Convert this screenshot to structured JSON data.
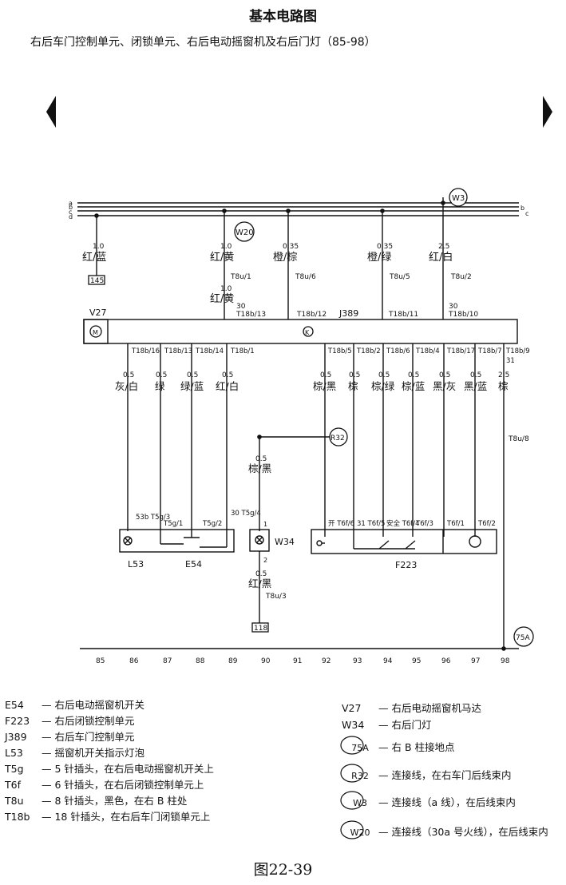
{
  "title": "基本电路图",
  "subtitle": "右后车门控制单元、闭锁单元、右后电动摇窗机及右后门灯（85-98）",
  "figure_caption": "图22-39",
  "bus": {
    "lines_left": [
      "a",
      "b",
      "c",
      "d"
    ],
    "lines_right": [
      "b",
      "c"
    ],
    "connectors": {
      "w3": "W3",
      "w20": "W20",
      "r32": "R32",
      "g75": "75A",
      "p145": "145",
      "p118": "118"
    }
  },
  "top_wires": [
    {
      "size": "1.0",
      "color": "红/蓝"
    },
    {
      "size": "1.0",
      "color": "红/黄",
      "pin": "T8u/1",
      "size2": "1.0",
      "color2": "红/黄",
      "term": "30",
      "module_pin": "T18b/13"
    },
    {
      "size": "0.35",
      "color": "橙/棕",
      "pin": "T8u/6",
      "module_pin": "T18b/12"
    },
    {
      "size": "0.35",
      "color": "橙/绿",
      "pin": "T8u/5",
      "module_pin": "T18b/11"
    },
    {
      "size": "2.5",
      "color": "红/白",
      "pin": "T8u/2",
      "term": "30",
      "module_pin": "T18b/10"
    }
  ],
  "module": {
    "v27": "V27",
    "j389": "J389",
    "k": "K",
    "m": "M"
  },
  "bottom_wires": [
    {
      "pin": "T18b/16",
      "size": "0.5",
      "color": "灰/白"
    },
    {
      "pin": "T18b/13",
      "size": "0.5",
      "color": "绿"
    },
    {
      "pin": "T18b/14",
      "size": "0.5",
      "color": "绿/蓝"
    },
    {
      "pin": "T18b/1",
      "size": "0.5",
      "color": "红/白"
    },
    {
      "pin": "T18b/5",
      "size": "0.5",
      "color": "棕/黑"
    },
    {
      "pin": "T18b/2",
      "size": "0.5",
      "color": "棕"
    },
    {
      "pin": "T18b/6",
      "size": "0.5",
      "color": "棕/绿"
    },
    {
      "pin": "T18b/4",
      "size": "0.5",
      "color": "棕/蓝"
    },
    {
      "pin": "T18b/17",
      "size": "0.5",
      "color": "黑/灰"
    },
    {
      "pin": "T18b/7",
      "size": "0.5",
      "color": "黑/蓝"
    },
    {
      "pin": "T18b/9",
      "term": "31",
      "size": "2.5",
      "color": "棕",
      "pin2": "T8u/8"
    }
  ],
  "w34_wires": {
    "size1": "0.5",
    "color1": "棕/黑",
    "p1": "1",
    "p2": "2",
    "size2": "0.5",
    "color2": "红/黑",
    "pin": "T8u/3"
  },
  "switch_block": {
    "pins": [
      "53b T5g/3",
      "T5g/1",
      "T5g/2",
      "30 T5g/4"
    ],
    "l53": "L53",
    "e54": "E54"
  },
  "lock_block": {
    "pins": [
      "开 T6f/6",
      "31 T6f/5",
      "安全 T6f/4",
      "T6f/3",
      "T6f/1",
      "T6f/2"
    ],
    "f223": "F223"
  },
  "grid": [
    "85",
    "86",
    "87",
    "88",
    "89",
    "90",
    "91",
    "92",
    "93",
    "94",
    "95",
    "96",
    "97",
    "98"
  ],
  "legend_left": [
    {
      "code": "E54",
      "text": "— 右后电动摇窗机开关"
    },
    {
      "code": "F223",
      "text": "— 右后闭锁控制单元"
    },
    {
      "code": "J389",
      "text": "— 右后车门控制单元"
    },
    {
      "code": "L53",
      "text": "— 摇窗机开关指示灯泡"
    },
    {
      "code": "T5g",
      "text": "— 5 针插头，在右后电动摇窗机开关上"
    },
    {
      "code": "T6f",
      "text": "— 6 针插头，在右后闭锁控制单元上"
    },
    {
      "code": "T8u",
      "text": "— 8 针插头，黑色，在右 B 柱处"
    },
    {
      "code": "T18b",
      "text": "— 18 针插头，在右后车门闭锁单元上"
    }
  ],
  "legend_right": [
    {
      "code": "V27",
      "text": "— 右后电动摇窗机马达"
    },
    {
      "code": "W34",
      "text": "— 右后门灯"
    },
    {
      "code": "75A",
      "text": "— 右 B 柱接地点"
    },
    {
      "code": "R32",
      "text": "— 连接线，在右车门后线束内"
    },
    {
      "code": "W3",
      "text": "— 连接线（a 线），在后线束内"
    },
    {
      "code": "W20",
      "text": "— 连接线（30a 号火线），在后线束内"
    }
  ]
}
